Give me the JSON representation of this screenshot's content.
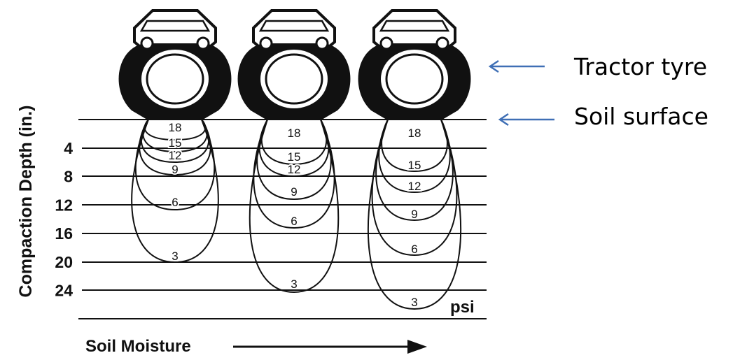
{
  "y_axis": {
    "title": "Compaction Depth (in.)",
    "ticks": [
      "4",
      "8",
      "12",
      "16",
      "20",
      "24"
    ]
  },
  "x_axis_label": "Soil Moisture",
  "units_label": "psi",
  "annotations": {
    "tyre": "Tractor tyre",
    "surface": "Soil surface"
  },
  "colors": {
    "ink": "#111111",
    "arrow": "#3f6fb5"
  },
  "bulbs": [
    {
      "labels": [
        "18",
        "15",
        "12",
        "9",
        "6",
        "3"
      ]
    },
    {
      "labels": [
        "18",
        "15",
        "12",
        "9",
        "6",
        "3"
      ]
    },
    {
      "labels": [
        "18",
        "15",
        "12",
        "9",
        "6",
        "3"
      ]
    }
  ]
}
